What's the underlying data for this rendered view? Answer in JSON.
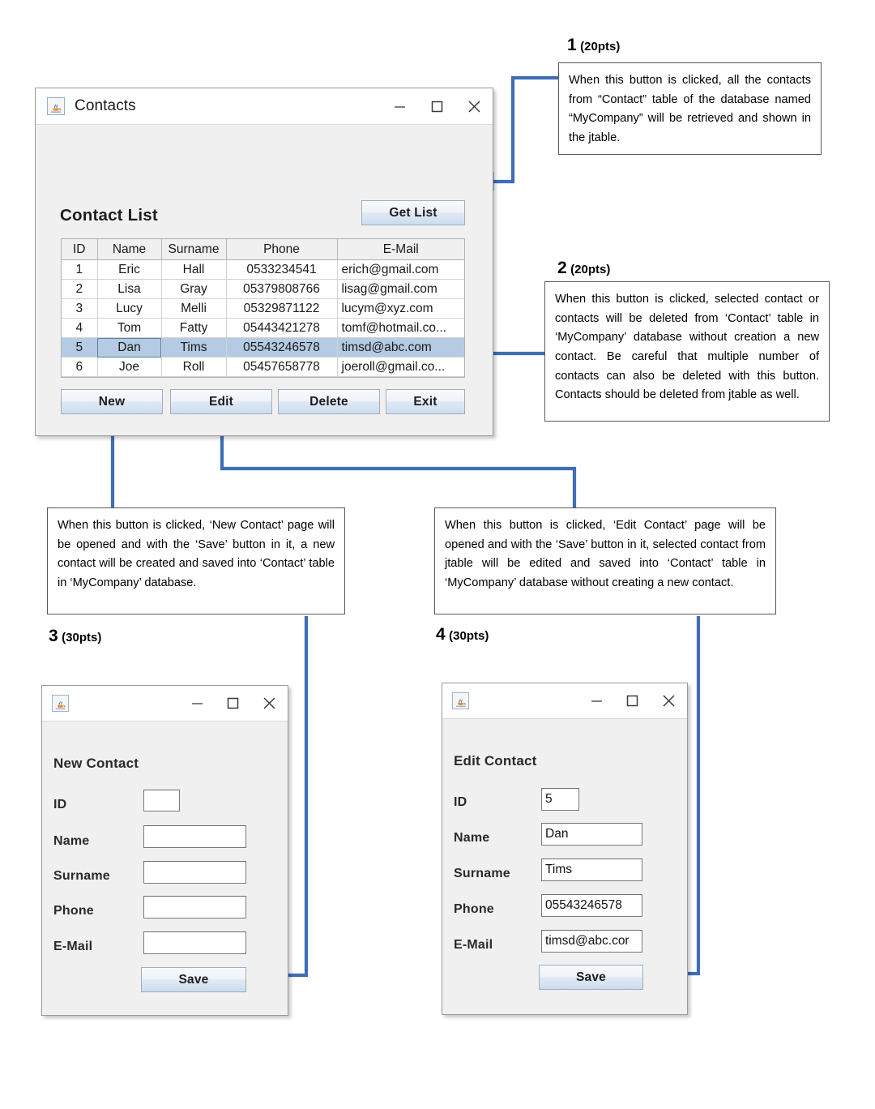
{
  "annotations": [
    {
      "num": "1",
      "points": "(20pts)",
      "text": "When this button is clicked, all the contacts from “Contact” table of the database named “MyCompany” will be retrieved and shown in the jtable."
    },
    {
      "num": "2",
      "points": "(20pts)",
      "text": "When this button is clicked, selected contact or contacts will be deleted from ‘Contact’ table in ‘MyCompany’ database without creation a new contact. Be careful that multiple number of contacts can also be deleted with this button. Contacts should be deleted from jtable as well."
    },
    {
      "num": "3",
      "points": "(30pts)",
      "text": "When this button is clicked, ‘New Contact’ page will be opened and with the ‘Save’ button in it, a new contact will be created and saved into ‘Contact’ table in ‘MyCompany’ database."
    },
    {
      "num": "4",
      "points": "(30pts)",
      "text": "When this button is clicked, ‘Edit Contact’ page will be opened and with the ‘Save’ button in it, selected contact from jtable will be edited and saved into ‘Contact’ table in ‘MyCompany’ database without creating a new contact."
    }
  ],
  "main_window": {
    "title": "Contacts",
    "icon": "java-coffee-cup-icon",
    "controls": {
      "minimize": "minimize-icon",
      "maximize": "maximize-icon",
      "close": "close-icon"
    },
    "heading": "Contact List",
    "get_list_label": "Get List",
    "table": {
      "columns": [
        "ID",
        "Name",
        "Surname",
        "Phone",
        "E-Mail"
      ],
      "rows": [
        {
          "id": "1",
          "name": "Eric",
          "surname": "Hall",
          "phone": "0533234541",
          "email": "erich@gmail.com",
          "selected": false
        },
        {
          "id": "2",
          "name": "Lisa",
          "surname": "Gray",
          "phone": "05379808766",
          "email": "lisag@gmail.com",
          "selected": false
        },
        {
          "id": "3",
          "name": "Lucy",
          "surname": "Melli",
          "phone": "05329871122",
          "email": "lucym@xyz.com",
          "selected": false
        },
        {
          "id": "4",
          "name": "Tom",
          "surname": "Fatty",
          "phone": "05443421278",
          "email": "tomf@hotmail.co...",
          "selected": false
        },
        {
          "id": "5",
          "name": "Dan",
          "surname": "Tims",
          "phone": "05543246578",
          "email": "timsd@abc.com",
          "selected": true
        },
        {
          "id": "6",
          "name": "Joe",
          "surname": "Roll",
          "phone": "05457658778",
          "email": "joeroll@gmail.co...",
          "selected": false
        }
      ]
    },
    "buttons": {
      "new": "New",
      "edit": "Edit",
      "delete": "Delete",
      "exit": "Exit"
    }
  },
  "new_contact_window": {
    "icon": "java-coffee-cup-icon",
    "title": "",
    "heading": "New Contact",
    "fields": [
      {
        "label": "ID",
        "value": ""
      },
      {
        "label": "Name",
        "value": ""
      },
      {
        "label": "Surname",
        "value": ""
      },
      {
        "label": "Phone",
        "value": ""
      },
      {
        "label": "E-Mail",
        "value": ""
      }
    ],
    "save_label": "Save"
  },
  "edit_contact_window": {
    "icon": "java-coffee-cup-icon",
    "title": "",
    "heading": "Edit Contact",
    "fields": [
      {
        "label": "ID",
        "value": "5"
      },
      {
        "label": "Name",
        "value": "Dan"
      },
      {
        "label": "Surname",
        "value": "Tims"
      },
      {
        "label": "Phone",
        "value": "05543246578"
      },
      {
        "label": "E-Mail",
        "value": "timsd@abc.cor"
      }
    ],
    "save_label": "Save"
  },
  "colors": {
    "arrow": "#3f6eb5",
    "selection": "#b5cbe3",
    "window_bg": "#f0f0f0",
    "callout_border": "#595959"
  }
}
